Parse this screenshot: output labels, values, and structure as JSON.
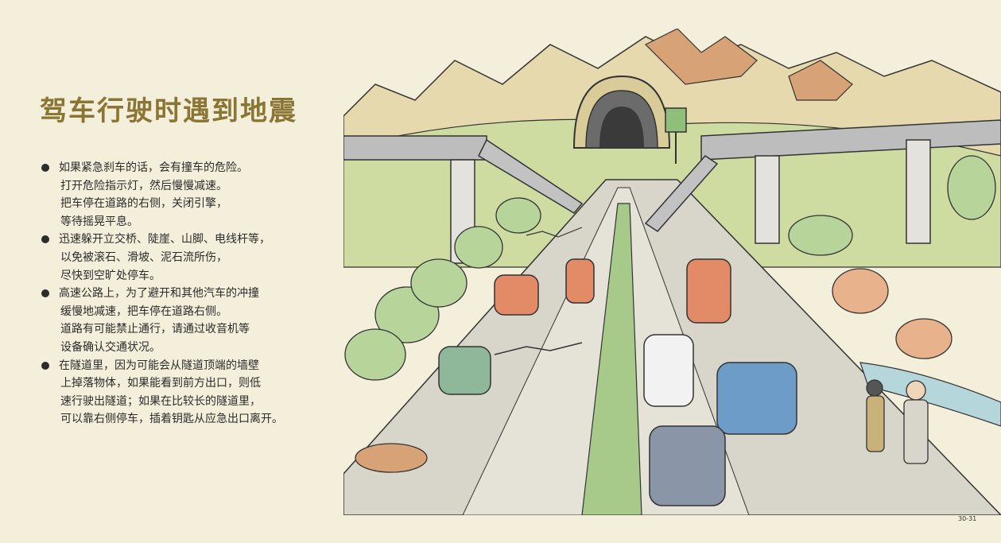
{
  "title": "驾车行驶时遇到地震",
  "bullets": [
    {
      "lines": [
        "如果紧急刹车的话，会有撞车的危险。",
        "打开危险指示灯，然后慢慢减速。",
        "把车停在道路的右侧，关闭引擎，",
        "等待摇晃平息。"
      ]
    },
    {
      "lines": [
        "迅速躲开立交桥、陡崖、山脚、电线杆等，",
        "以免被滚石、滑坡、泥石流所伤，",
        "尽快到空旷处停车。"
      ]
    },
    {
      "lines": [
        "高速公路上，为了避开和其他汽车的冲撞",
        "缓慢地减速，把车停在道路右侧。",
        "道路有可能禁止通行，请通过收音机等",
        "设备确认交通状况。"
      ]
    },
    {
      "lines": [
        "在隧道里，因为可能会从隧道顶端的墙壁",
        "上掉落物体，如果能看到前方出口，则低",
        "速行驶出隧道；如果在比较长的隧道里，",
        "可以靠右侧停车，插着钥匙从应急出口离开。"
      ]
    }
  ],
  "page_number": "30-31",
  "colors": {
    "background": "#f4efdb",
    "title": "#8a7634",
    "text": "#2b2b2b"
  },
  "illustration": {
    "icons": [
      "tunnel",
      "overpass",
      "cars",
      "trees",
      "mountains",
      "river",
      "people-with-dog"
    ]
  }
}
